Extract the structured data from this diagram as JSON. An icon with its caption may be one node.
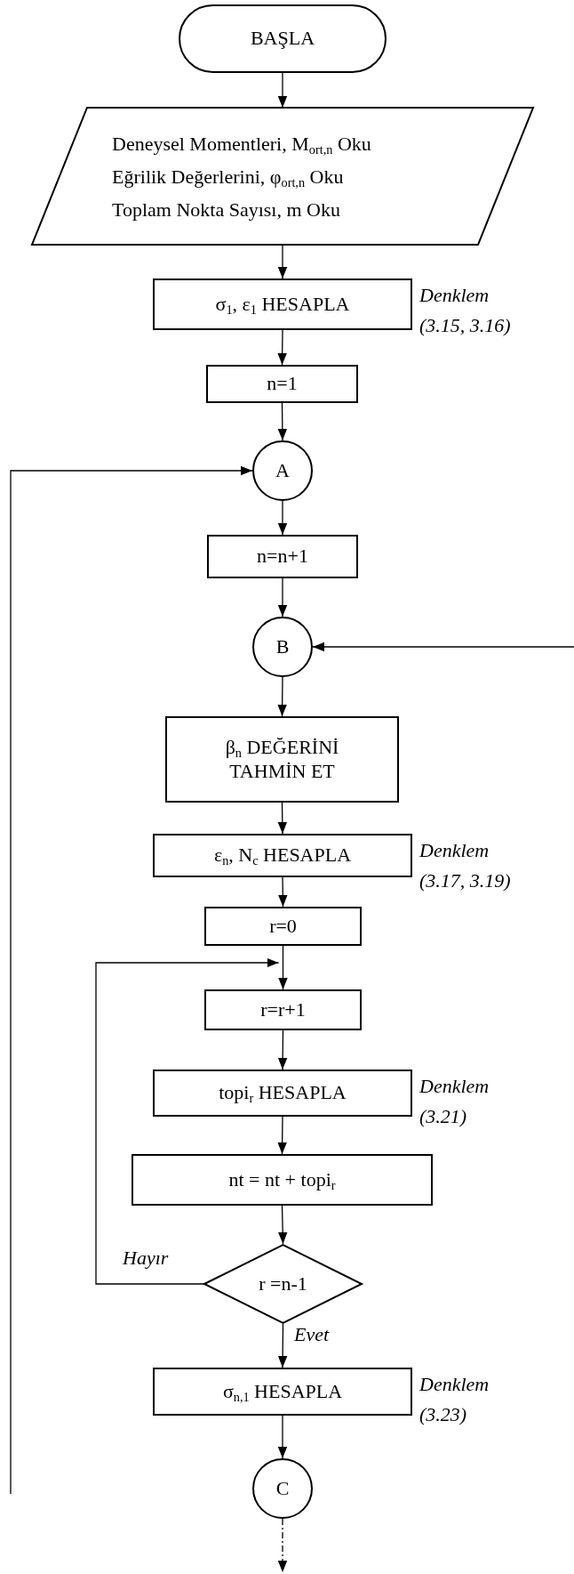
{
  "diagram": {
    "nodes": [
      {
        "text": [
          "BAŞLA"
        ]
      },
      {
        "text": [
          "Deneysel Momentleri, M$_{ort,n}$ Oku",
          "Eğrilik Değerlerini, φ$_{ort,n}$ Oku",
          "Toplam Nokta Sayısı, m Oku"
        ]
      },
      {
        "text": [
          "σ$_{1}$, ε$_{1}$ HESAPLA"
        ],
        "beside": [
          "Denklem (3.15, 3.16)"
        ]
      },
      {
        "text": [
          "n=1"
        ]
      },
      {
        "text": [
          "A"
        ]
      },
      {
        "text": [
          "n=n+1"
        ]
      },
      {
        "text": [
          "B"
        ]
      },
      {
        "text": [
          "β$_{n}$ DEĞERİNİ TAHMİN ET"
        ]
      },
      {
        "text": [
          "ε$_{n}$, N$_{c}$ HESAPLA"
        ],
        "beside": [
          "Denklem (3.17, 3.19)"
        ]
      },
      {
        "text": [
          "r=0"
        ]
      },
      {
        "text": [
          "r=r+1"
        ]
      },
      {
        "text": [
          "topi$_{r}$ HESAPLA"
        ],
        "beside": [
          "Denklem (3.21)"
        ]
      },
      {
        "text": [
          "nt = nt + topi$_{r}$"
        ]
      },
      {
        "text": [
          "r =n-1"
        ]
      },
      {
        "text": [
          "σ$_{n,1}$ HESAPLA"
        ],
        "beside": [
          "Denklem (3.23)"
        ]
      },
      {
        "text": [
          "C"
        ]
      }
    ],
    "edges": [
      {
        "from": 0,
        "to": 1,
        "arrow": "to"
      },
      {
        "from": 1,
        "to": 2,
        "arrow": "to"
      },
      {
        "from": 2,
        "to": 3,
        "arrow": "to"
      },
      {
        "from": 3,
        "to": 4,
        "arrow": "to"
      },
      {
        "from": null,
        "to": 4,
        "arrow": "to"
      },
      {
        "from": 4,
        "to": 5,
        "arrow": "to"
      },
      {
        "from": 5,
        "to": 6,
        "arrow": "to"
      },
      {
        "from": null,
        "to": 6,
        "arrow": "to"
      },
      {
        "from": 6,
        "to": 7,
        "arrow": "to"
      },
      {
        "from": 7,
        "to": 8,
        "arrow": "to"
      },
      {
        "from": 8,
        "to": 9,
        "arrow": "to"
      },
      {
        "from": 9,
        "to": 10,
        "arrow": "to"
      },
      {
        "from": 13,
        "to": 10,
        "arrow": "to",
        "label": "Hayır"
      },
      {
        "from": 10,
        "to": 11,
        "arrow": "to"
      },
      {
        "from": 11,
        "to": 12,
        "arrow": "to"
      },
      {
        "from": 12,
        "to": 13,
        "arrow": "to"
      },
      {
        "from": 13,
        "to": 14,
        "arrow": "to",
        "label": "Evet"
      },
      {
        "from": 14,
        "to": 15,
        "arrow": "to"
      },
      {
        "from": 15,
        "to": null,
        "arrow": "to",
        "style": "dashed"
      }
    ]
  }
}
